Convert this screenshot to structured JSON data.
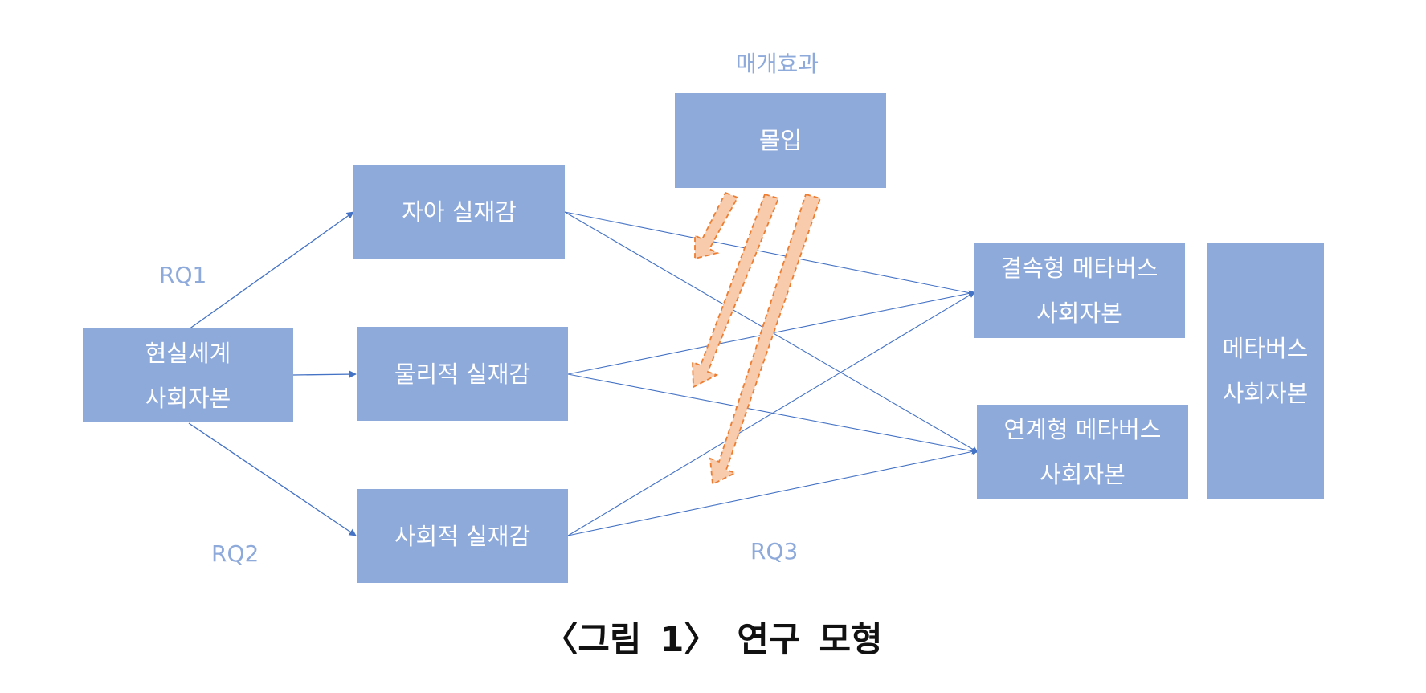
{
  "labels": {
    "mediation": "매개효과",
    "rq1": "RQ1",
    "rq2": "RQ2",
    "rq3": "RQ3"
  },
  "boxes": {
    "real_world_social_capital": [
      "현실세계",
      "사회자본"
    ],
    "self_presence": [
      "자아 실재감"
    ],
    "physical_presence": [
      "물리적 실재감"
    ],
    "social_presence": [
      "사회적 실재감"
    ],
    "immersion": [
      "몰입"
    ],
    "bonding_metaverse_social_capital": [
      "결속형 메타버스",
      "사회자본"
    ],
    "bridging_metaverse_social_capital": [
      "연계형 메타버스",
      "사회자본"
    ],
    "metaverse_social_capital": [
      "메타버스",
      "사회자본"
    ]
  },
  "caption": {
    "open": "〈그림",
    "number": "1〉",
    "title_a": "연구",
    "title_b": "모형"
  },
  "colors": {
    "box_fill": "#8eaadb",
    "box_text": "#ffffff",
    "label_text": "#8eaadb",
    "line": "#4472c4",
    "mediation_arrow_fill": "#f8cbad",
    "mediation_arrow_stroke": "#ed7d31"
  }
}
